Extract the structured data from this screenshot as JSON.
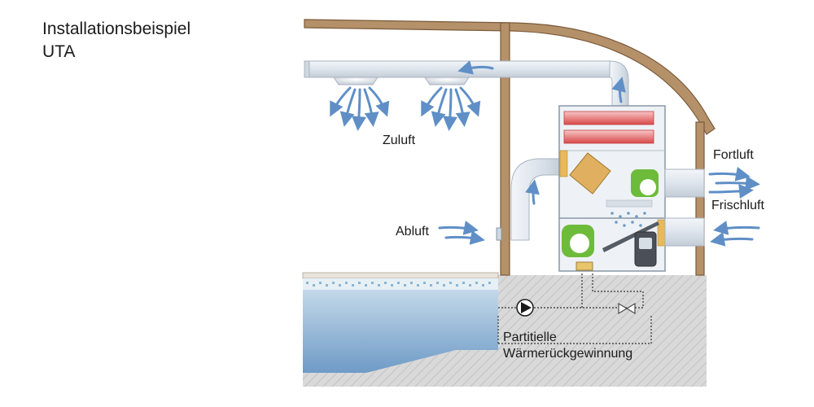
{
  "heading": {
    "line1": "Installationsbeispiel",
    "line2": "UTA"
  },
  "labels": {
    "supply_air": "Zuluft",
    "extract_air": "Abluft",
    "exhaust_air": "Fortluft",
    "fresh_air": "Frischluft",
    "heat_recovery_line1": "Partitielle",
    "heat_recovery_line2": "Wärmerückgewinnung"
  },
  "colors": {
    "wall": "#b5916a",
    "wall_stroke": "#7a5a3a",
    "duct": "#dfe6ee",
    "duct_stroke": "#a9b4c0",
    "air_arrow": "#5f8fc6",
    "ground": "#d6d6d6",
    "water_top": "#c9dbea",
    "water_bottom": "#6f9cc6",
    "fan": "#6dbb3a",
    "heat_exchanger": "#e0b060",
    "heating_coil": "#d24a4a",
    "unit_body": "#eef1f5"
  },
  "icons": [
    "pump-icon",
    "valve-icon",
    "fan-icon",
    "heat-exchanger-icon",
    "diffuser-icon",
    "airflow-arrow-icon"
  ]
}
